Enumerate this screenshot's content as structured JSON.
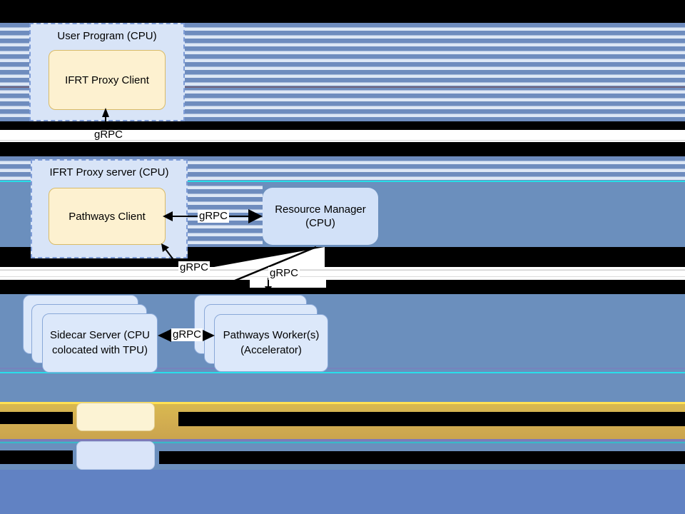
{
  "diagram": {
    "title_hint": "IFRT Proxy / Pathways architecture diagram (glitched screenshot)",
    "nodes": {
      "user_program": {
        "title": "User Program (CPU)"
      },
      "ifrt_proxy_client": {
        "label": "IFRT Proxy Client"
      },
      "ifrt_proxy_server": {
        "title": "IFRT Proxy server (CPU)"
      },
      "pathways_client": {
        "label": "Pathways Client"
      },
      "resource_manager": {
        "line1": "Resource Manager",
        "line2": "(CPU)"
      },
      "sidecar_server": {
        "line1": "Sidecar Server (CPU",
        "line2": "colocated with TPU)"
      },
      "pathways_workers": {
        "line1": "Pathways Worker(s)",
        "line2": "(Accelerator)"
      }
    },
    "edges": {
      "proxy_client_up": {
        "label": "gRPC"
      },
      "client_resource_manager": {
        "label": "gRPC"
      },
      "server_down": {
        "label": "gRPC"
      },
      "resource_manager_down": {
        "label": "gRPC"
      },
      "sidecar_workers": {
        "label": "gRPC"
      }
    },
    "legend": {
      "yellow_swatch_color": "#fcf3d4",
      "blue_swatch_color": "#d9e4f9",
      "labels_redacted": true
    },
    "colors": {
      "node_yellow_fill": "#fdf1d0",
      "node_yellow_border": "#d9bb67",
      "dashed_box_fill": "#d8e4f7",
      "dashed_box_border": "#7e9cd7",
      "card_fill": "#dce8fa",
      "card_border": "#89a8d8",
      "resource_manager_fill": "#d2e1f8",
      "stripe_blue": "#6e8cbe",
      "stripe_light": "#dde7f5",
      "background_blue": "#6b8fbd",
      "background_bottom": "#6182c3",
      "gold_band": "#d2ad50",
      "glitch_cyan": "#26dfe8",
      "glitch_yellow": "#ffe153",
      "redaction": "#000000"
    }
  }
}
